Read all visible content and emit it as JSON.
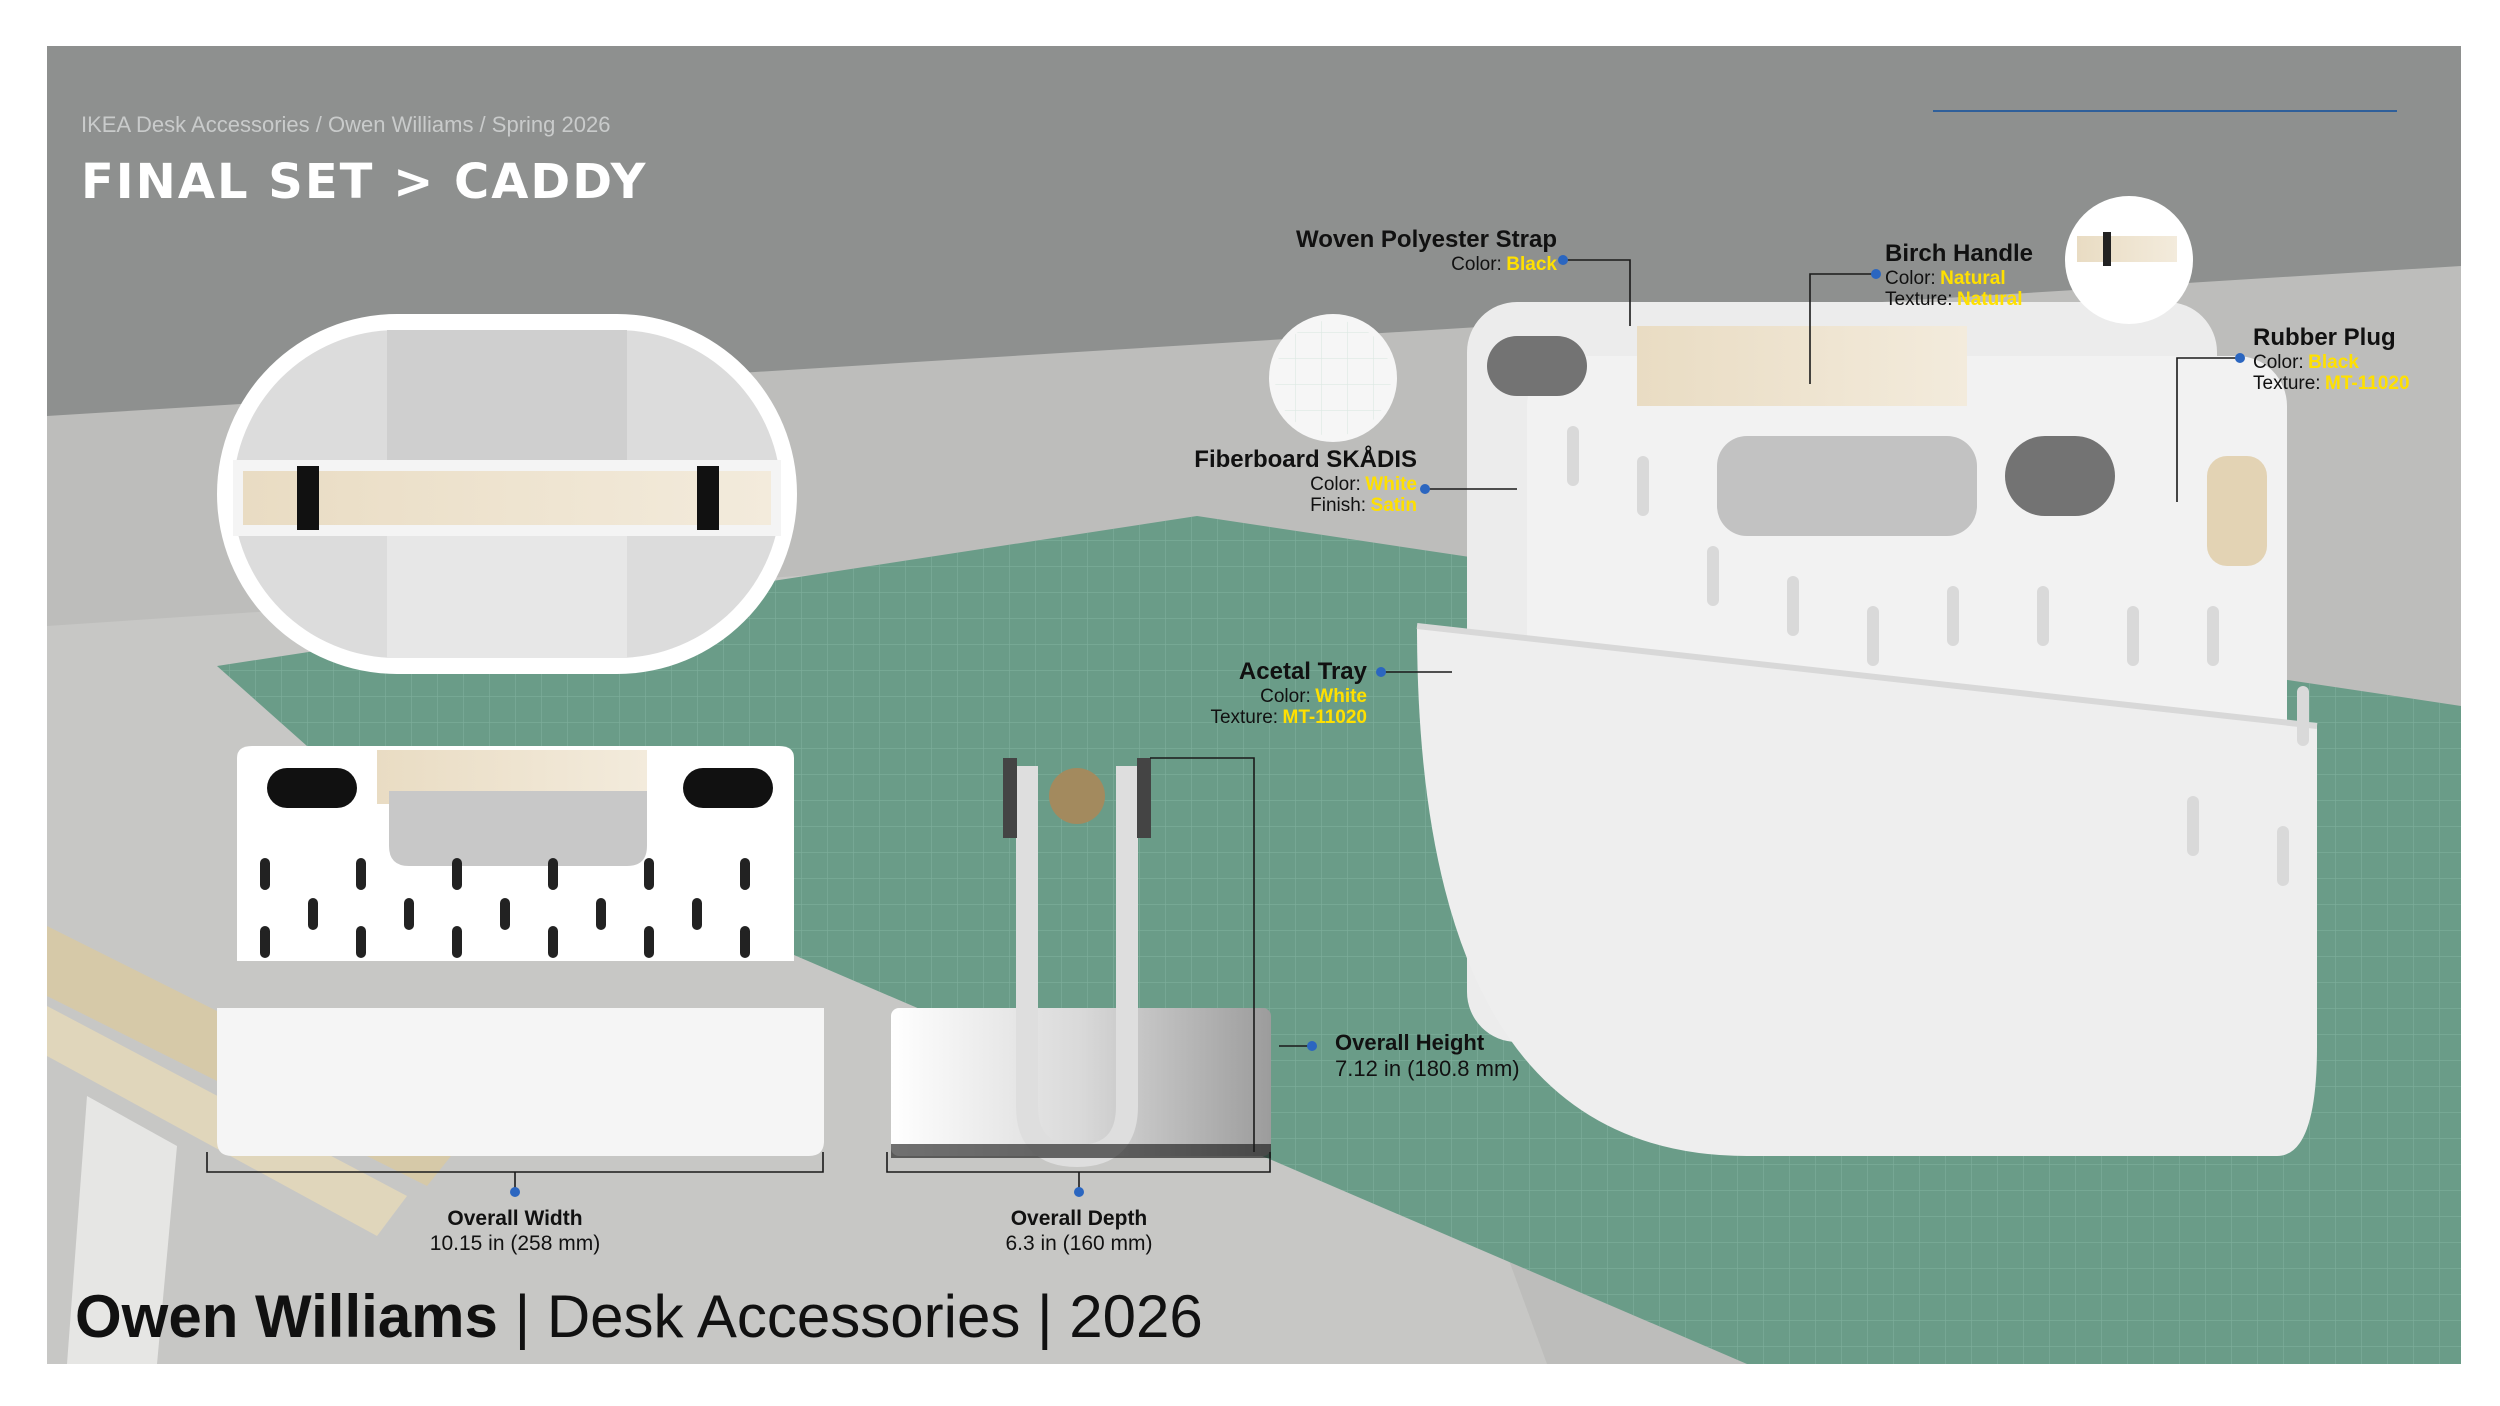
{
  "header": {
    "breadcrumb": "IKEA Desk Accessories / Owen Williams / Spring 2026",
    "title": "FINAL SET > CADDY"
  },
  "callouts": {
    "strap": {
      "title": "Woven Polyester Strap",
      "color_key": "Color:",
      "color_val": "Black"
    },
    "fiberboard": {
      "title": "Fiberboard SKÅDIS",
      "color_key": "Color:",
      "color_val": "White",
      "finish_key": "Finish:",
      "finish_val": "Satin"
    },
    "handle": {
      "title": "Birch Handle",
      "color_key": "Color:",
      "color_val": "Natural",
      "texture_key": "Texture:",
      "texture_val": "Natural"
    },
    "plug": {
      "title": "Rubber Plug",
      "color_key": "Color:",
      "color_val": "Black",
      "texture_key": "Texture:",
      "texture_val": "MT-11020"
    },
    "tray": {
      "title": "Acetal Tray",
      "color_key": "Color:",
      "color_val": "White",
      "texture_key": "Texture:",
      "texture_val": "MT-11020"
    }
  },
  "dimensions": {
    "height": {
      "title": "Overall Height",
      "value": "7.12 in (180.8 mm)"
    },
    "width": {
      "title": "Overall Width",
      "value": "10.15 in (258 mm)"
    },
    "depth": {
      "title": "Overall Depth",
      "value": "6.3 in (160 mm)"
    }
  },
  "footer": {
    "name": "Owen Williams",
    "rest": " | Desk Accessories | 2026"
  },
  "colors": {
    "background": "#8e908f",
    "accent_yellow": "#ffe000",
    "cutting_mat": "#6a9c88",
    "leader_dot": "#2b66c0"
  }
}
